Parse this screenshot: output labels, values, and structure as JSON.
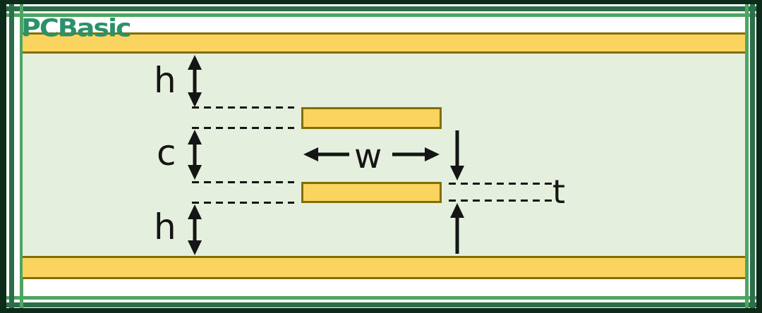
{
  "logo": {
    "text": "PCBasic"
  },
  "diagram": {
    "dimension_labels": {
      "h_top": "h",
      "c": "c",
      "h_bottom": "h",
      "w": "w",
      "t": "t"
    }
  },
  "colors": {
    "outer-border": "#0d2b1a",
    "frame-dark": "#2c6e49",
    "frame-light": "#4da562",
    "substrate": "#e5efdd",
    "copper-fill": "#fad45f",
    "copper-border": "#826e06",
    "annotation": "#151515",
    "logo-green": "#2b9168"
  }
}
